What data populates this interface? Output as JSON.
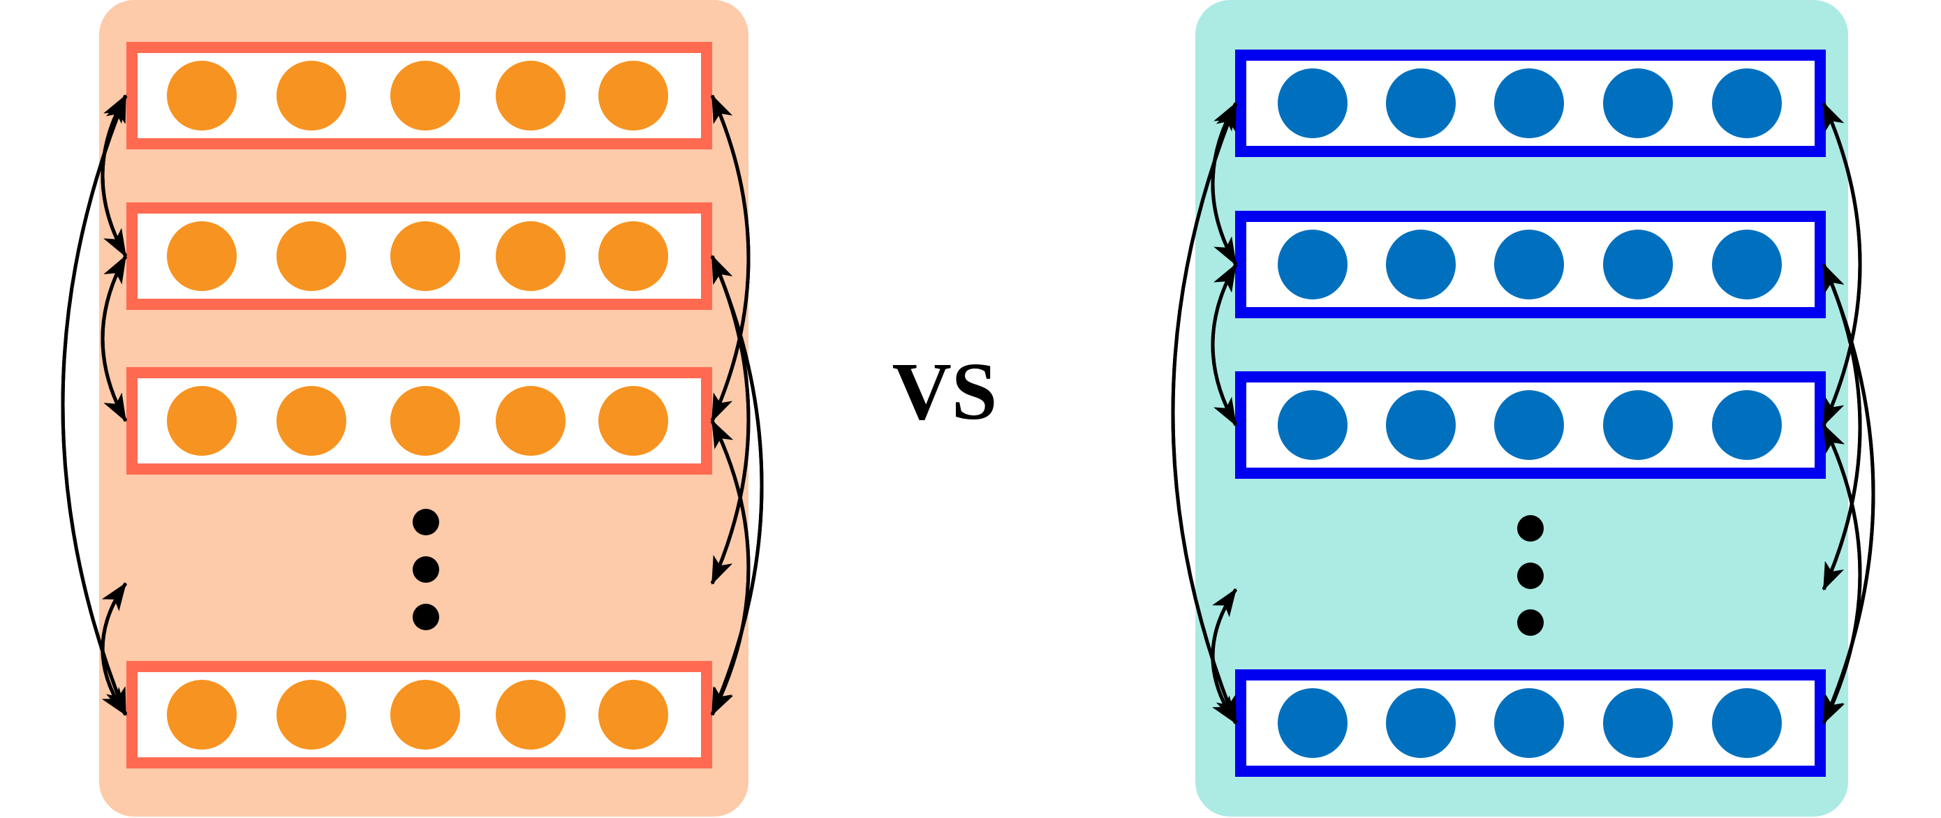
{
  "vs_label": "VS",
  "colors": {
    "left_panel_bg": "#FDCAAA",
    "left_row_border": "#FF6A50",
    "left_node": "#F79320",
    "right_panel_bg": "#ACEAE4",
    "right_row_border": "#0000F0",
    "right_node": "#0070BE",
    "arrow": "#000000",
    "ellipsis_dot": "#000000"
  },
  "panels": [
    {
      "id": "left",
      "visible_rows": 4,
      "nodes_per_row": 5,
      "ellipsis_before_last_row": true,
      "connections": [
        {
          "from": 1,
          "to": 2,
          "side": "left"
        },
        {
          "from": 2,
          "to": 3,
          "side": "left"
        },
        {
          "from": 4,
          "to": 5,
          "side": "left"
        },
        {
          "from": 1,
          "to": 5,
          "side": "left"
        },
        {
          "from": 1,
          "to": 3,
          "side": "right"
        },
        {
          "from": 2,
          "to": 5,
          "side": "right"
        },
        {
          "from": 2,
          "to": 4,
          "side": "right"
        },
        {
          "from": 3,
          "to": 5,
          "side": "right"
        }
      ]
    },
    {
      "id": "right",
      "visible_rows": 4,
      "nodes_per_row": 5,
      "ellipsis_before_last_row": true,
      "connections": [
        {
          "from": 1,
          "to": 2,
          "side": "left"
        },
        {
          "from": 2,
          "to": 3,
          "side": "left"
        },
        {
          "from": 4,
          "to": 5,
          "side": "left"
        },
        {
          "from": 1,
          "to": 5,
          "side": "left"
        },
        {
          "from": 1,
          "to": 3,
          "side": "right"
        },
        {
          "from": 2,
          "to": 5,
          "side": "right"
        },
        {
          "from": 2,
          "to": 4,
          "side": "right"
        },
        {
          "from": 3,
          "to": 5,
          "side": "right"
        }
      ]
    }
  ]
}
